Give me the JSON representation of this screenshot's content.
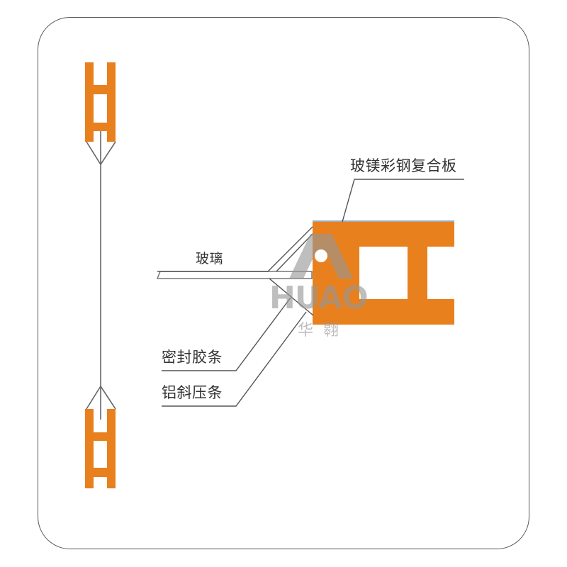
{
  "diagram": {
    "type": "section-detail",
    "colors": {
      "profile": "#E8801E",
      "frame_border": "#555555",
      "lines": "#555555",
      "text": "#333333",
      "panel_edge": "#9BB0C0",
      "watermark": "#969696"
    },
    "labels": {
      "panel": "玻镁彩钢复合板",
      "glass": "玻璃",
      "sealing_strip": "密封胶条",
      "aluminum_bead": "铝斜压条"
    },
    "watermark": {
      "brand_en": "HUAO",
      "brand_cn": "华翱"
    }
  }
}
